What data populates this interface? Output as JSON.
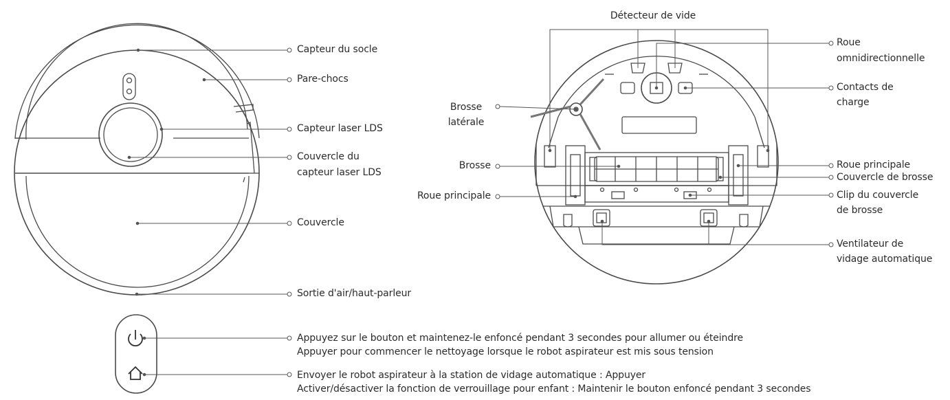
{
  "top_view": {
    "labels": {
      "dock_sensor": "Capteur du socle",
      "bumper": "Pare-chocs",
      "lds_sensor": "Capteur laser LDS",
      "lds_cover_1": "Couvercle du",
      "lds_cover_2": "capteur laser LDS",
      "cover": "Couvercle",
      "air_outlet": "Sortie d'air/haut-parleur"
    }
  },
  "bottom_view": {
    "labels": {
      "cliff_sensor": "Détecteur de vide",
      "omni_wheel_1": "Roue",
      "omni_wheel_2": "omnidirectionnelle",
      "charging_contacts_1": "Contacts de",
      "charging_contacts_2": "charge",
      "side_brush_1": "Brosse",
      "side_brush_2": "latérale",
      "main_brush": "Brosse",
      "main_wheel_left": "Roue principale",
      "main_wheel_right": "Roue principale",
      "brush_cover": "Couvercle de brosse",
      "brush_clip_1": "Clip du couvercle",
      "brush_clip_2": "de brosse",
      "fan_1": "Ventilateur de",
      "fan_2": "vidage automatique"
    }
  },
  "buttons": {
    "power": {
      "icon": "power-icon",
      "line1": "Appuyez sur le bouton et maintenez-le enfoncé pendant 3 secondes pour allumer ou éteindre",
      "line2": "Appuyer pour commencer le nettoyage lorsque le robot aspirateur est mis sous tension"
    },
    "home": {
      "icon": "home-icon",
      "line1": "Envoyer le robot aspirateur à la station de vidage automatique : Appuyer",
      "line2": "Activer/désactiver la fonction de verrouillage pour enfant : Maintenir le bouton enfoncé pendant 3 secondes"
    }
  }
}
